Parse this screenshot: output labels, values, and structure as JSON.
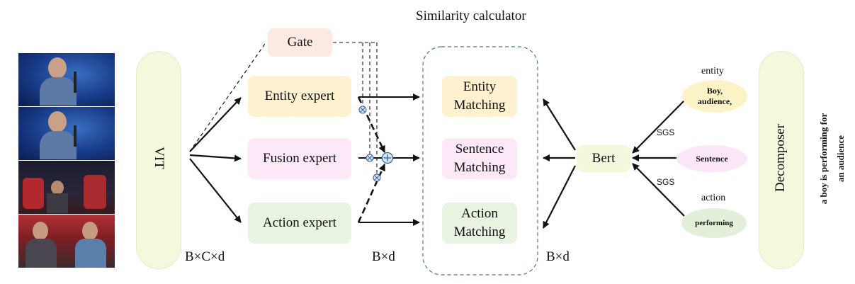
{
  "title": "Similarity calculator",
  "vit_label": "VIT",
  "gate_label": "Gate",
  "experts": {
    "entity": "Entity expert",
    "fusion": "Fusion expert",
    "action": "Action expert"
  },
  "matching": {
    "entity": "Entity Matching",
    "sentence": "Sentence Matching",
    "action": "Action Matching"
  },
  "dims": {
    "vit_out": "B×C×d",
    "fused": "B×d",
    "text": "B×d"
  },
  "bert_label": "Bert",
  "decomposer_label": "Decomposer",
  "text": {
    "entity_header": "entity",
    "entity_value": "Boy, audience,",
    "sentence_value": "Sentence",
    "action_header": "action",
    "action_value": "performing",
    "sgs_top": "SGS",
    "sgs_bottom": "SGS"
  },
  "caption": "a boy is performing for an audience",
  "colors": {
    "vit_fill": "#f5f8dc",
    "gate_fill": "#fbe9e2",
    "entity_fill": "#fdf1cf",
    "fusion_fill": "#fce8f6",
    "action_fill": "#e8f3e2",
    "bert_fill": "#f4f7dc",
    "dashed_frame": "#4a6fa5"
  }
}
